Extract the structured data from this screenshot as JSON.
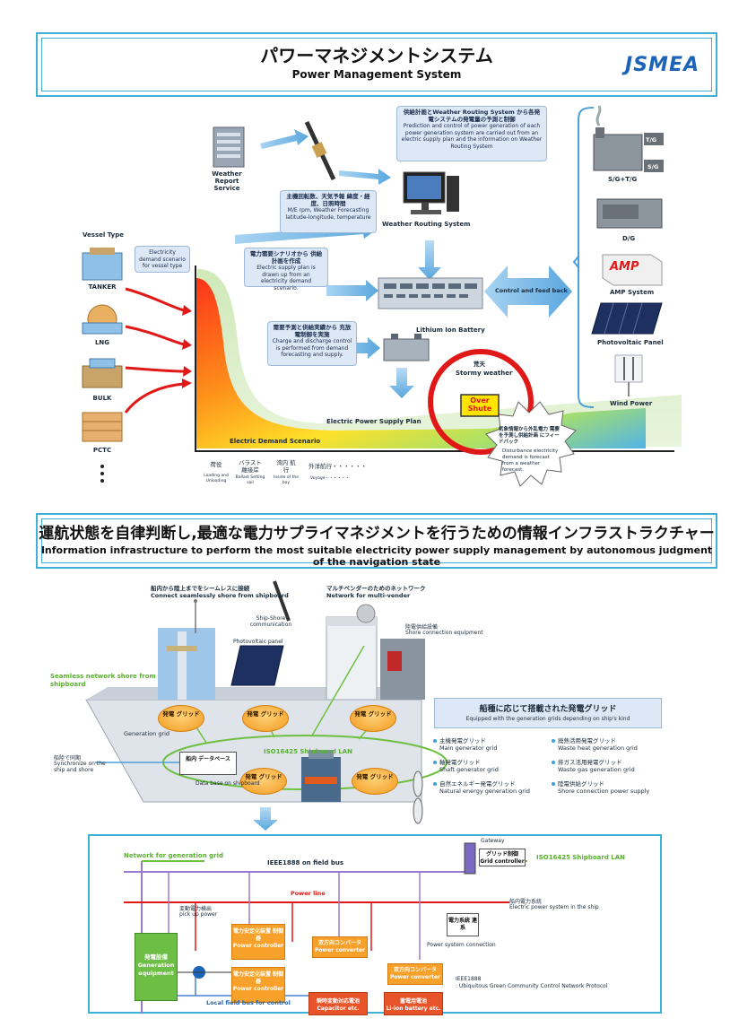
{
  "header": {
    "title_jp": "パワーマネジメントシステム",
    "title_en": "Power Management System",
    "logo": "JSMEA"
  },
  "top": {
    "weather_report_service": "Weather Report Service",
    "weather_routing_system": "Weather Routing System",
    "note_plan": {
      "jp": "供給計画とWeather Routing System から各発電システムの発電量の予測と制御",
      "en": "Prediction and control of power generation of each power generation system are carried out from an electric supply plan and the information on Weather Routing System"
    },
    "note_main_engine": {
      "jp": "主機回転数、天気予報 緯度・経度、日照時間",
      "en": "M/E rpm, Weather Forecasting latitude-longitude, temperature"
    },
    "note_scenario": {
      "jp": "電力需要シナリオから 供給計画を作成",
      "en": "Electric supply plan is drawn up from an electricity demand scenario."
    },
    "note_forecast": {
      "jp": "需要予測と供給実績から 充放電制御を実施",
      "en": "Charge and discharge control is performed from demand forecasting and supply."
    },
    "note_vessel": "Electricity demand scenario for vessel type",
    "vessel_type": "Vessel Type",
    "vessels": [
      "TANKER",
      "LNG",
      "BULK",
      "PCTC"
    ],
    "control_feedback": "Control and feed back",
    "lithium_battery": "Lithium Ion Battery",
    "stormy_jp": "荒天",
    "stormy_en": "Stormy weather",
    "over_shute": "Over Shute",
    "disturbance_jp": "気象情報から外乱電力 需要を予測し供給計画 にフィードバック",
    "disturbance_en": "Disturbance electricity demand is forecast from a weather forecast.",
    "supply_plan": "Electric Power Supply Plan",
    "demand_scenario": "Electric Demand Scenario",
    "phases": [
      {
        "jp": "荷役",
        "en": "Loading and Unloading"
      },
      {
        "jp": "バラスト 離接岸",
        "en": "Ballast Setting sail"
      },
      {
        "jp": "湾内 航行",
        "en": "Inside of the bay"
      },
      {
        "jp": "外洋航行・・・・・・",
        "en": "Voyage・・・・・・"
      }
    ],
    "right_items": [
      "T/G",
      "S/G",
      "S/G+T/G",
      "D/G",
      "AMP",
      "AMP System",
      "Photovoltaic Panel",
      "Wind Power"
    ]
  },
  "section2": {
    "title_jp": "運航状態を自律判断し,最適な電力サプライマネジメントを行うための情報インフラストラクチャー",
    "title_en": "Information infrastructure to perform the most suitable electricity power supply management by autonomous judgment of the navigation state"
  },
  "middle": {
    "connect_jp": "船内から陸上までをシームレスに接続",
    "connect_en": "Connect seamlessly shore from shipboard",
    "multivender_jp": "マルチベンダーのためのネットワーク",
    "multivender_en": "Network for multi-vender",
    "ship_shore": "Ship-Shore communication",
    "photovoltaic": "Photovoltaic panel",
    "shore_jp": "陸電供給設備",
    "shore_en": "Shore connection equipment",
    "seamless": "Seamless network shore from shipboard",
    "generation_grid": "Generation grid",
    "grid_label": "発電 グリッド",
    "lan": "ISO16425 Shipboard LAN",
    "sync_jp": "船陸で同期",
    "sync_en": "Synchronize on the ship and shore",
    "db_jp": "船内 データベース",
    "db_en": "Data base on shipboard",
    "grids_title_jp": "船種に応じて搭載された発電グリッド",
    "grids_title_en": "Equipped with the generation grids depending on ship's kind",
    "grids": [
      {
        "jp": "主機発電グリッド",
        "en": "Main generator grid"
      },
      {
        "jp": "廃熱活用発電グリッド",
        "en": "Waste heat generation grid"
      },
      {
        "jp": "軸発電グリッド",
        "en": "Shaft generator grid"
      },
      {
        "jp": "排ガス活用発電グリッド",
        "en": "Waste gas generation grid"
      },
      {
        "jp": "自然エネルギー発電グリッド",
        "en": "Natural energy generation grid"
      },
      {
        "jp": "陸電供給グリッド",
        "en": "Shore connection power supply"
      }
    ]
  },
  "bottom": {
    "network_gen": "Network for generation grid",
    "ieee_bus": "IEEE1888 on field bus",
    "gateway": "Gateway",
    "grid_controller_jp": "グリッド制御",
    "grid_controller_en": "Grid controller",
    "lan": "ISO16425 Shipboard LAN",
    "power_line": "Power line",
    "ship_power_jp": "船内電力系統",
    "ship_power_en": "Electric power system in the ship",
    "pickup_jp": "変動電力検出",
    "pickup_en": "pick up power",
    "gen_equipment_jp": "発電設備",
    "gen_equipment_en": "Generation equipment",
    "power_controller_jp": "電力安定化装置 制御器",
    "power_controller_en": "Power controller",
    "converter_jp": "双方向コンバータ",
    "converter_en": "Power converter",
    "system_link_jp": "電力系統 連系",
    "system_link_en": "Power system connection",
    "capacitor_jp": "瞬時変動対応電池",
    "capacitor_en": "Capacitor etc.",
    "liion_jp": "蓄電用電池",
    "liion_en": "Li-ion battery etc.",
    "ieee_note_title": "IEEE1888",
    "ieee_note": ": Ubiquitous Green Community Control Network Protocol",
    "local_bus": "Local field bus for control"
  }
}
